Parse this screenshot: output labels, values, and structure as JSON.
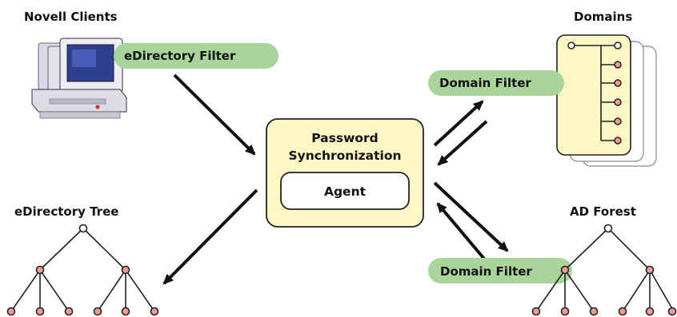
{
  "labels": {
    "novell_clients": "Novell Clients",
    "domains": "Domains",
    "edirectory_tree": "eDirectory Tree",
    "ad_forest": "AD Forest"
  },
  "filters": {
    "edirectory_filter": "eDirectory Filter",
    "domain_filter_top": "Domain Filter",
    "domain_filter_bottom": "Domain Filter"
  },
  "center": {
    "title_line1": "Password",
    "title_line2": "Synchronization",
    "agent": "Agent"
  },
  "colors": {
    "center_fill": "#FDF7C4",
    "pill_fill": "#A9D49A",
    "node_fill": "#F29A9A",
    "line": "#111111"
  }
}
